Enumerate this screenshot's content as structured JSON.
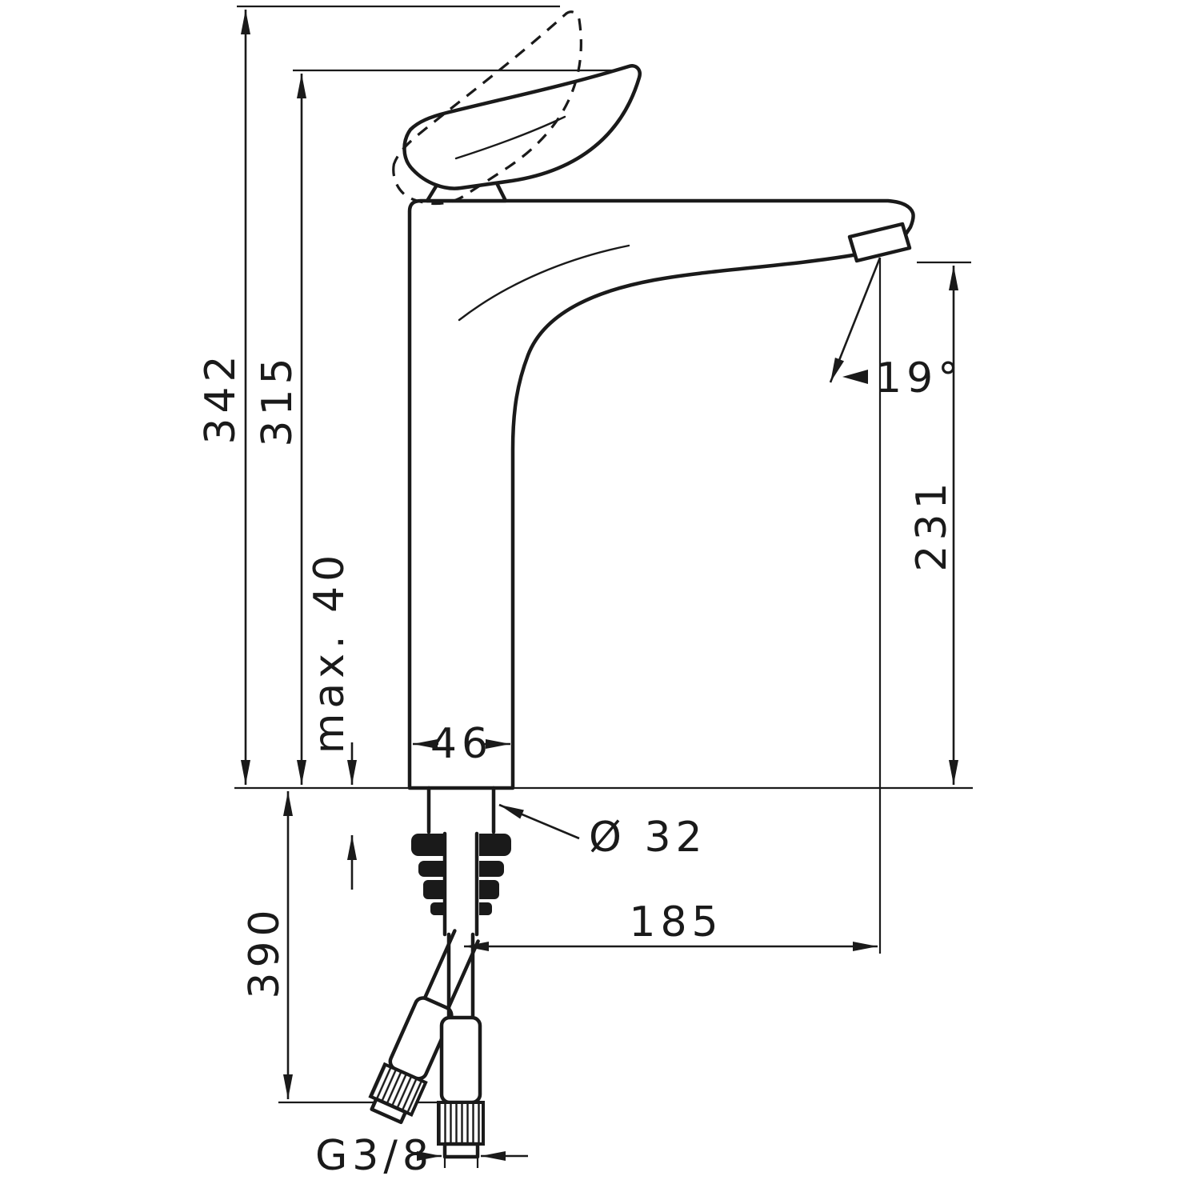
{
  "colors": {
    "ink": "#1a1a1a",
    "background": "#ffffff"
  },
  "dimensions": {
    "overall_height": "342",
    "height_to_spout_top": "315",
    "max_mounting_thickness": "max. 40",
    "body_width": "46",
    "outlet_height": "231",
    "jet_angle": "19°",
    "tap_hole_diameter": "Ø 32",
    "spout_reach": "185",
    "hose_length": "390",
    "connection_thread": "G3/8"
  }
}
